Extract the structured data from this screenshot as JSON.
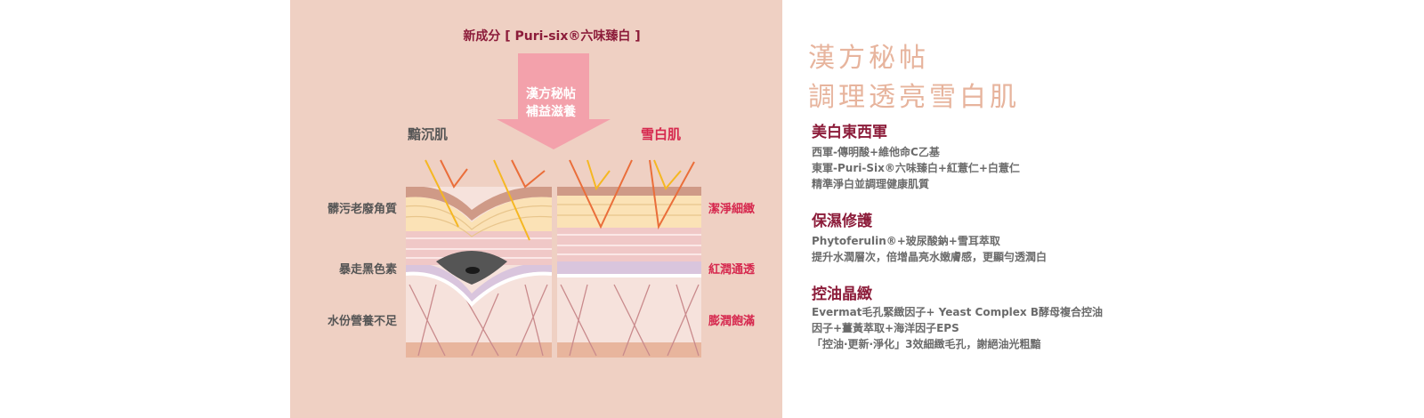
{
  "diagram": {
    "ingredient_label": "新成分 [ Puri-six®六味臻白 ]",
    "arrow_text": [
      "漢方秘帖",
      "補益滋養"
    ],
    "before_label": "黯沉肌",
    "after_label": "雪白肌",
    "left_labels": [
      "髒污老廢角質",
      "暴走黑色素",
      "水份營養不足"
    ],
    "right_labels": [
      "潔淨細緻",
      "紅潤通透",
      "膨潤飽滿"
    ]
  },
  "title": [
    "漢方秘帖",
    "調理透亮雪白肌"
  ],
  "sections": [
    {
      "heading": "美白東西軍",
      "lines": [
        "西軍-傳明酸+維他命C乙基",
        "東軍-Puri-Six®六味臻白+紅薏仁+白薏仁",
        "精準淨白並調理健康肌質"
      ]
    },
    {
      "heading": "保濕修護",
      "lines": [
        "Phytoferulin®+玻尿酸鈉+雪耳萃取",
        "提升水潤層次，倍增晶亮水嫩膚感，更顯勻透潤白"
      ]
    },
    {
      "heading": "控油晶緻",
      "lines": [
        "Evermat毛孔緊緻因子+ Yeast Complex B酵母複合控油",
        "因子+薑黃萃取+海洋因子EPS",
        "「控油·更新·淨化」3效細緻毛孔，謝絕油光粗黯"
      ]
    }
  ],
  "colors": {
    "panel": "#efd0c3",
    "accent_dark": "#8c1c3a",
    "accent_red": "#d6284e",
    "title": "#e7b49d",
    "arrow": "#f3a1ab"
  }
}
